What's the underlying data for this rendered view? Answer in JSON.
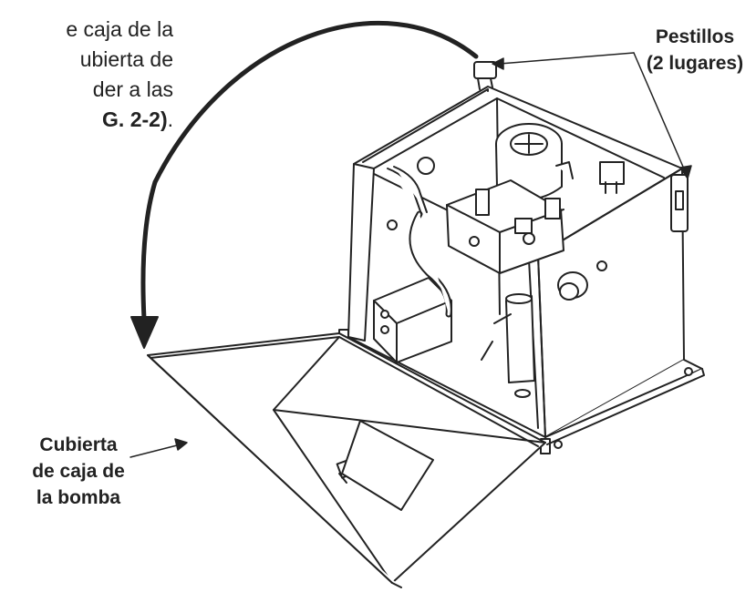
{
  "intro_text": {
    "line1": "e caja de la",
    "line2": "ubierta de",
    "line3": "der a las",
    "line4_bold": "G. 2-2)",
    "line4_end": "."
  },
  "labels": {
    "latches": {
      "line1": "Pestillos",
      "line2": "(2 lugares)"
    },
    "cover": {
      "line1": "Cubierta",
      "line2": "de caja de",
      "line3": "la bomba"
    }
  }
}
